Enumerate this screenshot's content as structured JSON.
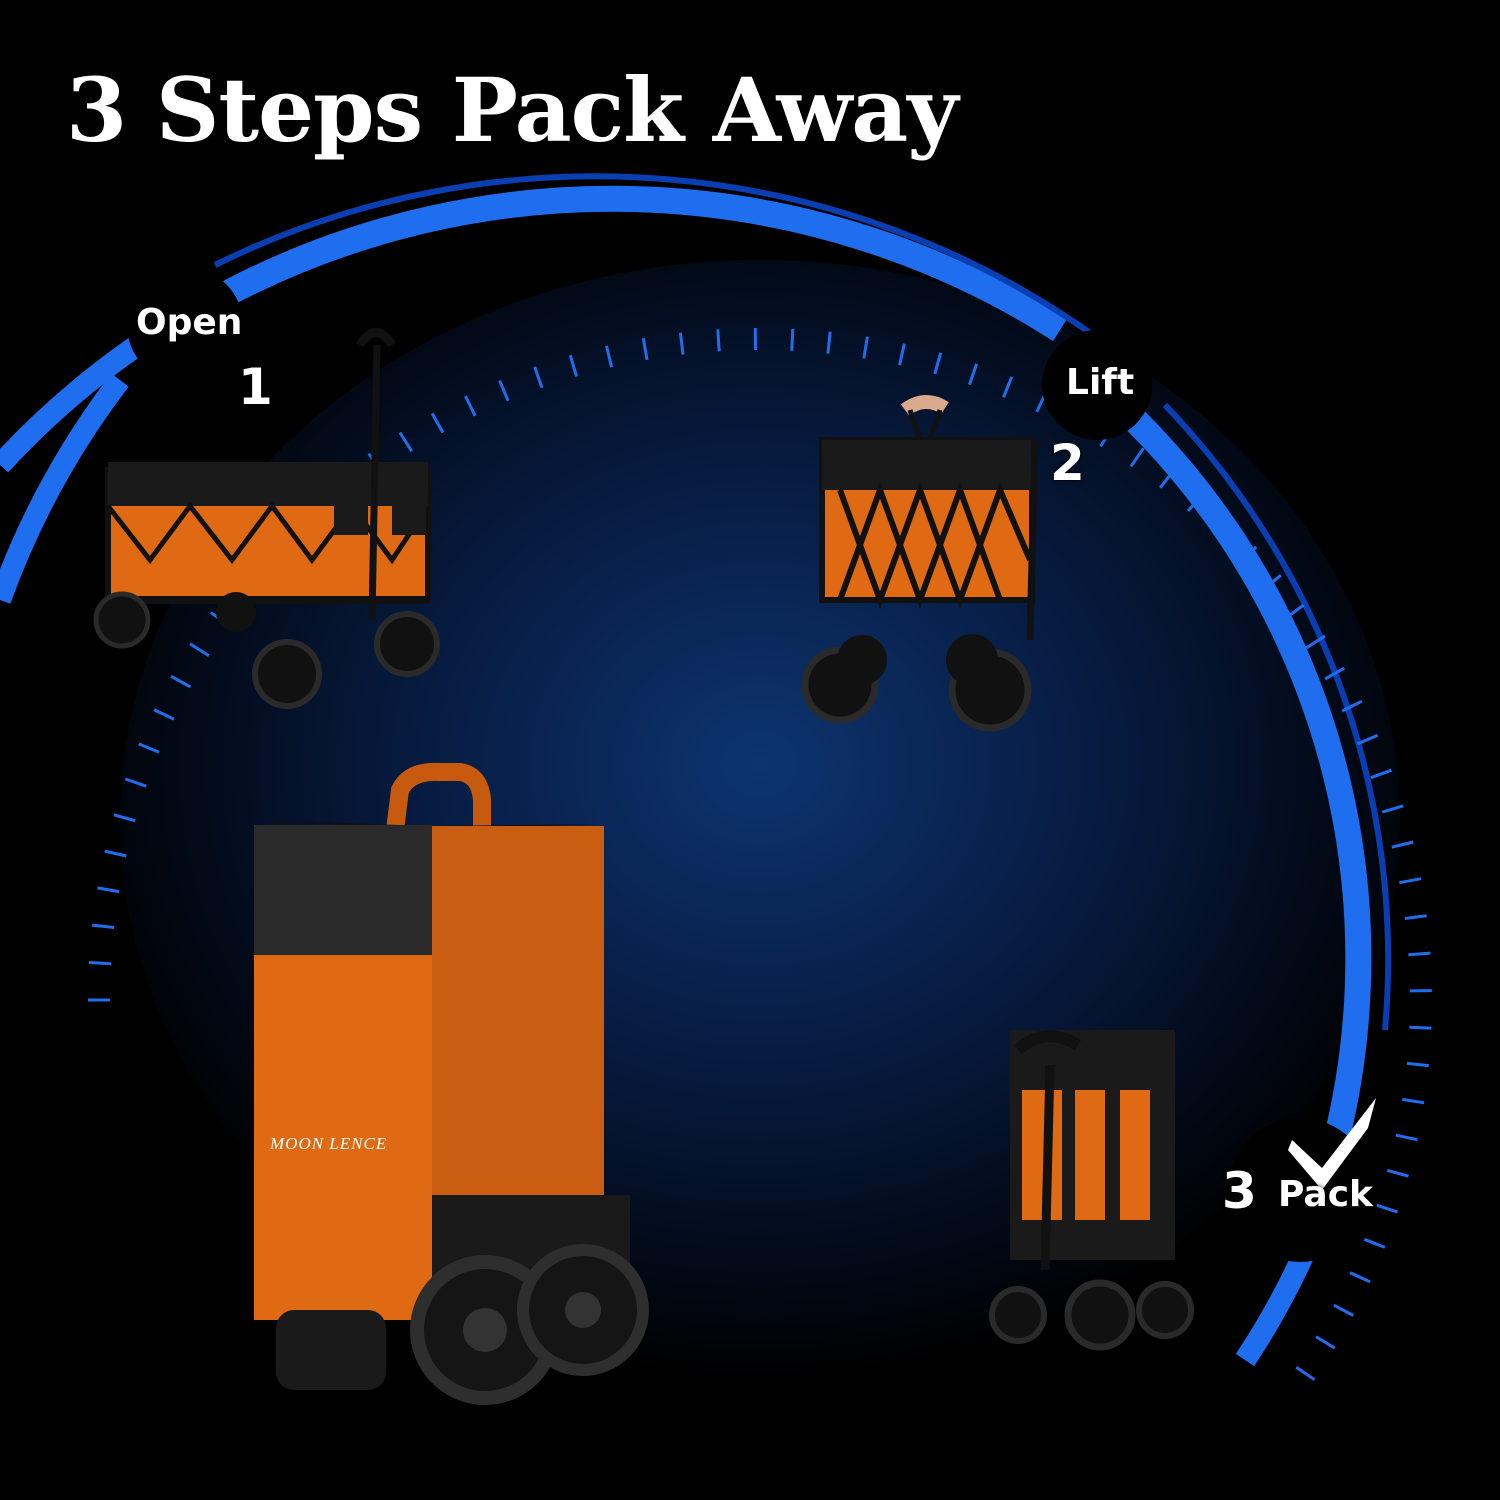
{
  "title": "3 Steps Pack Away",
  "colors": {
    "background": "#000000",
    "ring": "#1f6ef0",
    "ring_dark": "#0a3fb4",
    "glow": "#0d3470",
    "product": "#e06a14",
    "frame": "#111111",
    "text": "#ffffff"
  },
  "steps": [
    {
      "number": "1",
      "label": "Open"
    },
    {
      "number": "2",
      "label": "Lift"
    },
    {
      "number": "3",
      "label": "Pack"
    }
  ],
  "icons": {
    "check": "checkmark-icon",
    "hand": "hand-icon"
  },
  "brand": {
    "name": "MOON LENCE"
  }
}
